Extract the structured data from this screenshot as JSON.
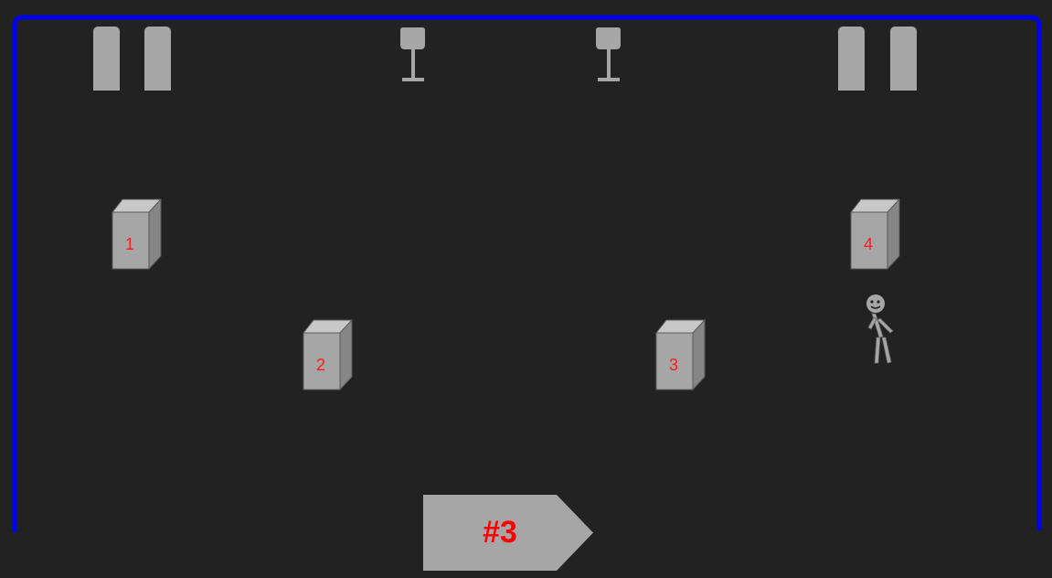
{
  "scene": {
    "background_color": "#222222",
    "wall_color": "#0000ee",
    "object_color": "#a6a6a6",
    "label_color": "#ff1a1a"
  },
  "boxes": [
    {
      "label": "1"
    },
    {
      "label": "2"
    },
    {
      "label": "3"
    },
    {
      "label": "4"
    }
  ],
  "round_indicator": {
    "text": "#3",
    "shape": "arrow-right"
  },
  "player": {
    "icon": "stick-figure-icon"
  }
}
